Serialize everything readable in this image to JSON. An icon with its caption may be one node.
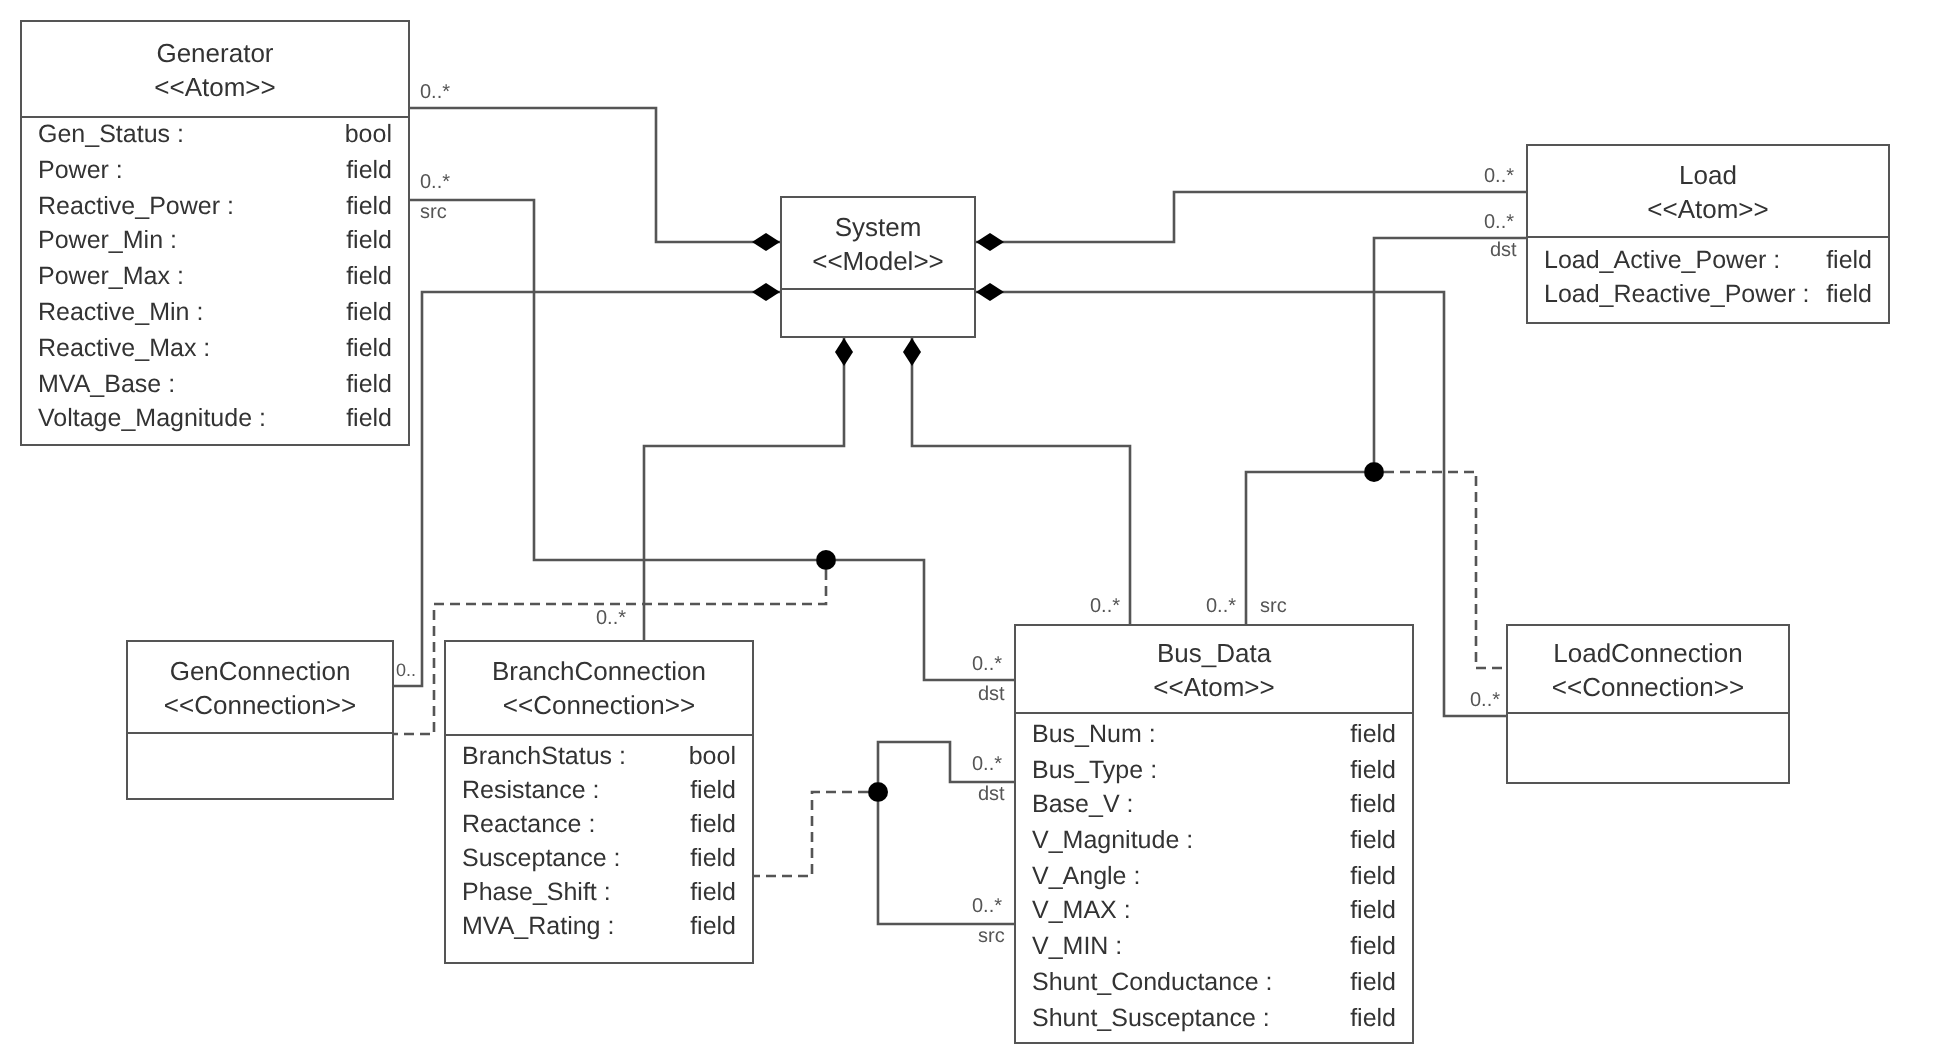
{
  "diagram": {
    "nodes": [
      {
        "text": [
          "Generator",
          "<<Atom>>",
          "Gen_Status :",
          "bool",
          "Power :",
          "field",
          "Reactive_Power :",
          "field",
          "Power_Min :",
          "field",
          "Power_Max :",
          "field",
          "Reactive_Min :",
          "field",
          "Reactive_Max :",
          "field",
          "MVA_Base :",
          "field",
          "Voltage_Magnitude :",
          "field"
        ]
      },
      {
        "text": [
          "System",
          "<<Model>>"
        ]
      },
      {
        "text": [
          "Load",
          "<<Atom>>",
          "Load_Active_Power :",
          "field",
          "Load_Reactive_Power :",
          "field"
        ]
      },
      {
        "text": [
          "GenConnection",
          "<<Connection>>"
        ]
      },
      {
        "text": [
          "BranchConnection",
          "<<Connection>>",
          "BranchStatus :",
          "bool",
          "Resistance :",
          "field",
          "Reactance :",
          "field",
          "Susceptance :",
          "field",
          "Phase_Shift :",
          "field",
          "MVA_Rating :",
          "field"
        ]
      },
      {
        "text": [
          "Bus_Data",
          "<<Atom>>",
          "Bus_Num :",
          "field",
          "Bus_Type :",
          "field",
          "Base_V :",
          "field",
          "V_Magnitude :",
          "field",
          "V_Angle :",
          "field",
          "V_MAX :",
          "field",
          "V_MIN :",
          "field",
          "Shunt_Conductance :",
          "field",
          "Shunt_Susceptance :",
          "field"
        ]
      },
      {
        "text": [
          "LoadConnection",
          "<<Connection>>"
        ]
      },
      {
        "text": [],
        "shape": "circle"
      },
      {
        "text": [],
        "shape": "circle"
      },
      {
        "text": [],
        "shape": "circle"
      }
    ],
    "edges": [
      {
        "from": 1,
        "to": 0,
        "arrow": "other"
      },
      {
        "from": 1,
        "to": 3,
        "arrow": "other"
      },
      {
        "from": 1,
        "to": 4,
        "arrow": "other"
      },
      {
        "from": 1,
        "to": 5,
        "arrow": "other"
      },
      {
        "from": 1,
        "to": 2,
        "arrow": "other"
      },
      {
        "from": 1,
        "to": 6,
        "arrow": "other"
      },
      {
        "from": 0,
        "to": 8,
        "arrow": "none"
      },
      {
        "from": 8,
        "to": 5,
        "arrow": "none"
      },
      {
        "from": 8,
        "to": 3,
        "arrow": "none",
        "style": "dashed"
      },
      {
        "from": 2,
        "to": 7,
        "arrow": "none"
      },
      {
        "from": 7,
        "to": 5,
        "arrow": "none"
      },
      {
        "from": 7,
        "to": 6,
        "arrow": "none",
        "style": "dashed"
      },
      {
        "from": 5,
        "to": 9,
        "arrow": "none"
      },
      {
        "from": 9,
        "to": 5,
        "arrow": "none"
      },
      {
        "from": 9,
        "to": 4,
        "arrow": "none",
        "style": "dashed"
      }
    ],
    "labels": [
      "0..*",
      "0..*",
      "src",
      "0..*",
      "0..*",
      "dst",
      "0..*",
      "0..*",
      "0..*",
      "src",
      "0..",
      "0..*",
      "dst",
      "0..*",
      "0..*",
      "dst",
      "0..*",
      "src"
    ]
  }
}
